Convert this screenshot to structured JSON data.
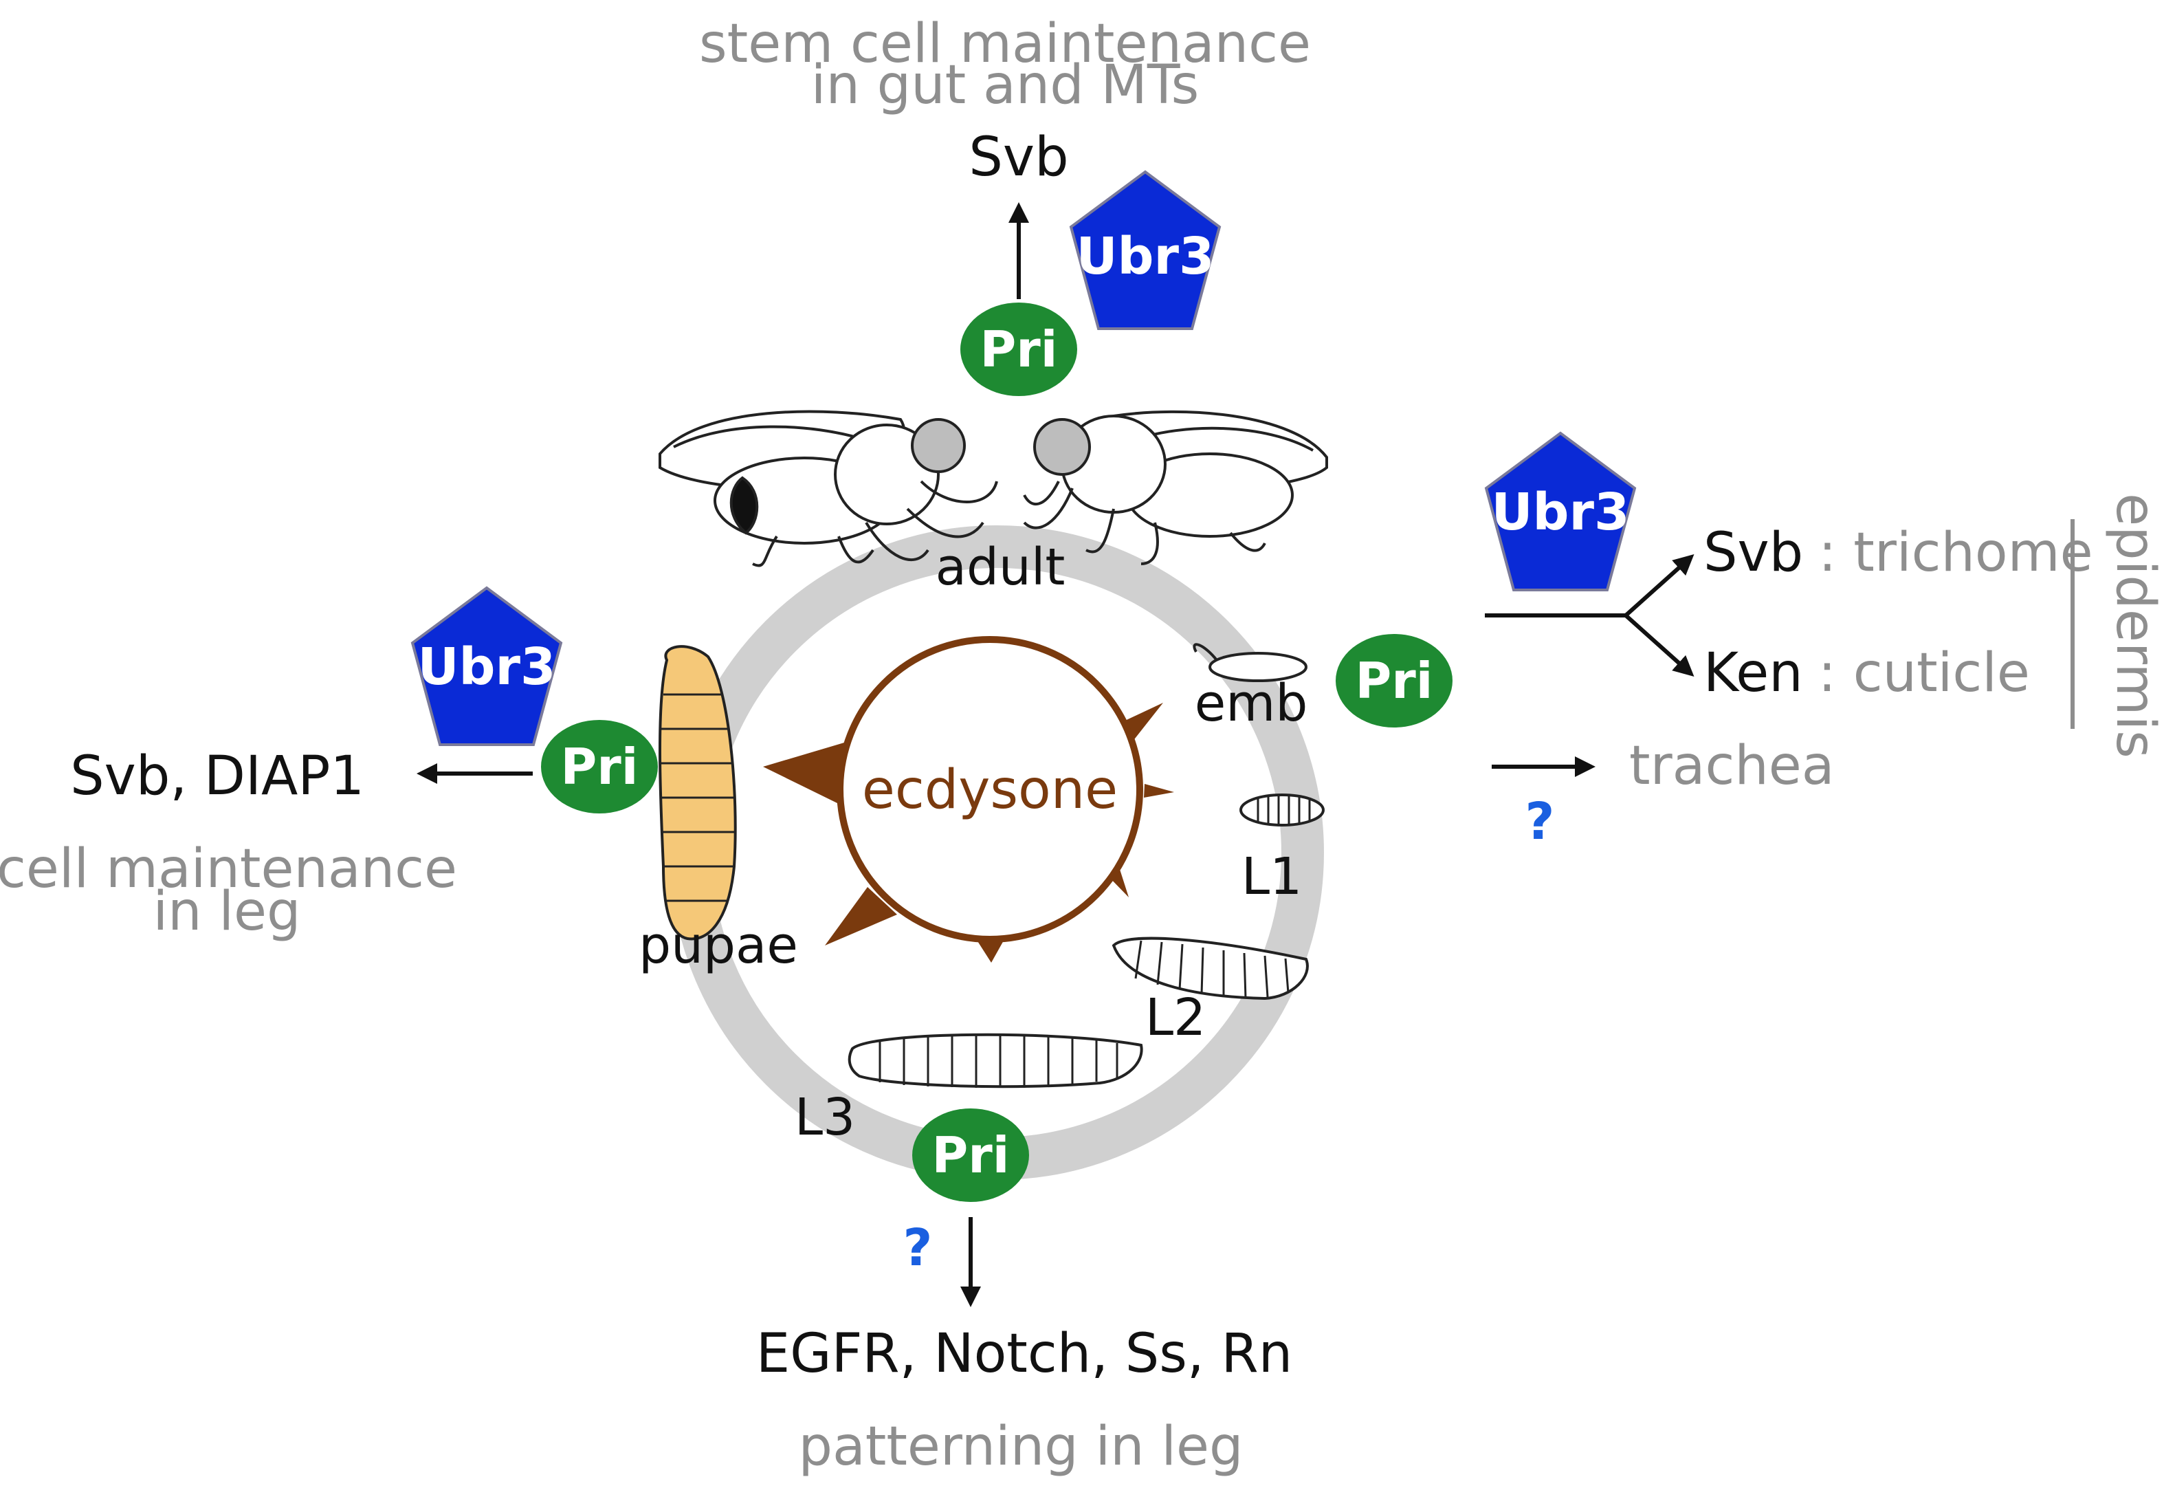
{
  "top": {
    "context_line1": "stem cell maintenance",
    "context_line2": "in gut and MTs",
    "target": "Svb"
  },
  "left": {
    "target": "Svb, DIAP1",
    "context_line1": "cell maintenance",
    "context_line2": "in leg"
  },
  "right": {
    "target1": "Svb",
    "target1_context": ": trichome",
    "target2": "Ken",
    "target2_context": ": cuticle",
    "target3_context": "trachea",
    "unknown_mark": "?",
    "tissue_label": "epidermis"
  },
  "bottom": {
    "targets": "EGFR, Notch, Ss, Rn",
    "context": "patterning in leg",
    "unknown_mark": "?"
  },
  "cycle": {
    "center_label": "ecdysone",
    "stages": {
      "adult": "adult",
      "emb": "emb",
      "l1": "L1",
      "l2": "L2",
      "l3": "L3",
      "pupae": "pupae"
    }
  },
  "proteins": {
    "pri": "Pri",
    "ubr3": "Ubr3"
  },
  "colors": {
    "pri_green": "#1e8a32",
    "ubr3_blue": "#0a2ad6",
    "ecdysone_brown": "#7a3a0e",
    "ring_gray": "#d0d0d0",
    "pupa_fill": "#f5c878",
    "question_blue": "#1a5fe0"
  }
}
